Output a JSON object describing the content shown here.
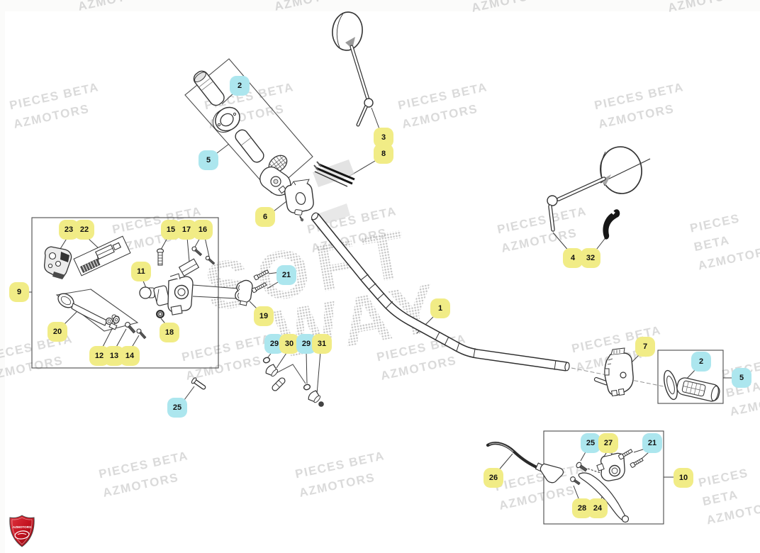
{
  "diagram": {
    "type": "exploded-parts-diagram",
    "subject": "handlebar-controls-assembly"
  },
  "watermark": {
    "text": "PIECES BETA\nAZMOTORS"
  },
  "center_watermark": {
    "line1": "SOFT",
    "line2": "WAY"
  },
  "logo": {
    "text": "AZMOTORS"
  },
  "colors": {
    "highlight_yellow": "#f1ec86",
    "highlight_cyan": "#ace6ee",
    "line_art": "#333333",
    "logo_red": "#c41320",
    "background": "#ffffff"
  },
  "callouts": [
    {
      "n": "2",
      "color": "cyan"
    },
    {
      "n": "5",
      "color": "cyan"
    },
    {
      "n": "6",
      "color": "yellow"
    },
    {
      "n": "3",
      "color": "yellow"
    },
    {
      "n": "8",
      "color": "yellow"
    },
    {
      "n": "23",
      "color": "yellow"
    },
    {
      "n": "22",
      "color": "yellow"
    },
    {
      "n": "15",
      "color": "yellow"
    },
    {
      "n": "17",
      "color": "yellow"
    },
    {
      "n": "16",
      "color": "yellow"
    },
    {
      "n": "11",
      "color": "yellow"
    },
    {
      "n": "9",
      "color": "yellow"
    },
    {
      "n": "20",
      "color": "yellow"
    },
    {
      "n": "12",
      "color": "yellow"
    },
    {
      "n": "13",
      "color": "yellow"
    },
    {
      "n": "14",
      "color": "yellow"
    },
    {
      "n": "18",
      "color": "yellow"
    },
    {
      "n": "19",
      "color": "yellow"
    },
    {
      "n": "21",
      "color": "cyan"
    },
    {
      "n": "29",
      "color": "cyan"
    },
    {
      "n": "30",
      "color": "yellow"
    },
    {
      "n": "29",
      "color": "cyan"
    },
    {
      "n": "31",
      "color": "yellow"
    },
    {
      "n": "25",
      "color": "cyan"
    },
    {
      "n": "1",
      "color": "yellow"
    },
    {
      "n": "4",
      "color": "yellow"
    },
    {
      "n": "32",
      "color": "yellow"
    },
    {
      "n": "7",
      "color": "yellow"
    },
    {
      "n": "2",
      "color": "cyan"
    },
    {
      "n": "5",
      "color": "cyan"
    },
    {
      "n": "26",
      "color": "yellow"
    },
    {
      "n": "25",
      "color": "cyan"
    },
    {
      "n": "27",
      "color": "yellow"
    },
    {
      "n": "21",
      "color": "cyan"
    },
    {
      "n": "28",
      "color": "yellow"
    },
    {
      "n": "24",
      "color": "yellow"
    },
    {
      "n": "10",
      "color": "yellow"
    }
  ]
}
